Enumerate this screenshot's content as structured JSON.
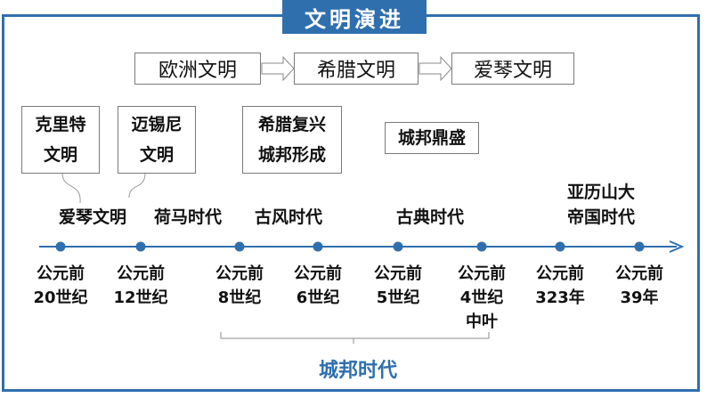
{
  "title": "文明演进",
  "flow": [
    "欧洲文明",
    "希腊文明",
    "爱琴文明"
  ],
  "boxes": {
    "crete": [
      "克里特",
      "文明"
    ],
    "mycenae": [
      "迈锡尼",
      "文明"
    ],
    "revival": [
      "希腊复兴",
      "城邦形成"
    ],
    "flourish": "城邦鼎盛"
  },
  "eras": {
    "aegean": "爱琴文明",
    "homer": "荷马时代",
    "archaic": "古风时代",
    "classical": "古典时代",
    "alexander": [
      "亚历山大",
      "帝国时代"
    ]
  },
  "dates": [
    [
      "公元前",
      "20世纪"
    ],
    [
      "公元前",
      "12世纪"
    ],
    [
      "公元前",
      "8世纪"
    ],
    [
      "公元前",
      "6世纪"
    ],
    [
      "公元前",
      "5世纪"
    ],
    [
      "公元前",
      "4世纪",
      "中叶"
    ],
    [
      "公元前",
      "323年"
    ],
    [
      "公元前",
      "39年"
    ]
  ],
  "city_state_era": "城邦时代",
  "colors": {
    "accent": "#2f6fae"
  }
}
